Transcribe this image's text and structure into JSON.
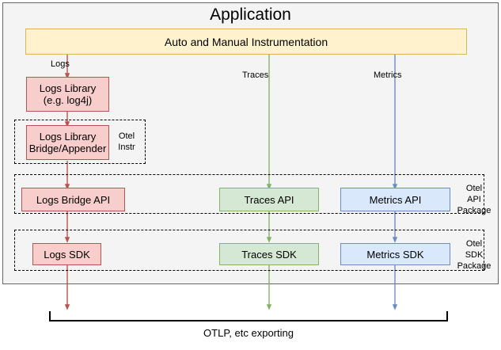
{
  "diagram": {
    "title": "Application",
    "instrumentation": {
      "label": "Auto and Manual Instrumentation"
    },
    "signal_labels": {
      "logs": "Logs",
      "traces": "Traces",
      "metrics": "Metrics"
    },
    "nodes": {
      "logs_library": "Logs Library\n(e.g. log4j)",
      "logs_library_line1": "Logs Library",
      "logs_library_line2": "(e.g. log4j)",
      "logs_bridge_appender_line1": "Logs Library",
      "logs_bridge_appender_line2": "Bridge/Appender",
      "logs_bridge_api": "Logs Bridge API",
      "traces_api": "Traces API",
      "metrics_api": "Metrics API",
      "logs_sdk": "Logs SDK",
      "traces_sdk": "Traces SDK",
      "metrics_sdk": "Metrics SDK"
    },
    "packages": {
      "otel_instr_line1": "Otel",
      "otel_instr_line2": "Instr",
      "otel_api_line1": "Otel",
      "otel_api_line2": "API",
      "otel_api_line3": "Package",
      "otel_sdk_line1": "Otel",
      "otel_sdk_line2": "SDK",
      "otel_sdk_line3": "Package"
    },
    "export": {
      "label": "OTLP, etc exporting"
    },
    "colors": {
      "logs_red_fill": "#f8cecc",
      "logs_red_stroke": "#b85450",
      "traces_green_fill": "#d5e8d4",
      "traces_green_stroke": "#82b366",
      "metrics_blue_fill": "#dae8fc",
      "metrics_blue_stroke": "#6c8ebf",
      "instrumentation_fill": "#fff2cc",
      "instrumentation_stroke": "#d6b656",
      "panel_fill": "#f4f4f4",
      "panel_stroke": "#666666"
    }
  }
}
